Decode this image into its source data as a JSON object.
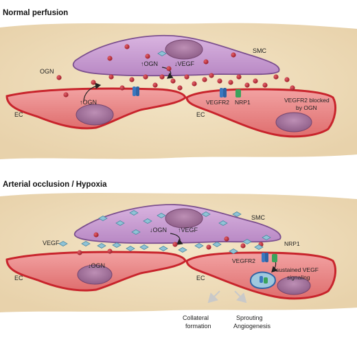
{
  "panel_top": {
    "title": "Normal perfusion",
    "labels": {
      "smc": "SMC",
      "ogn_free": "OGN",
      "ec_left": "EC",
      "ec_right": "EC",
      "smc_arrows_up": "↑OGN",
      "smc_arrows_down": "↓VEGF",
      "ec_up": "↑OGN",
      "vegfr2": "VEGFR2",
      "nrp1": "NRP1",
      "blocked_line1": "VEGFR2 blocked",
      "blocked_line2": "by OGN"
    }
  },
  "panel_bottom": {
    "title": "Arterial occlusion / Hypoxia",
    "labels": {
      "smc": "SMC",
      "vegf_free": "VEGF",
      "ec_left": "EC",
      "ec_right": "EC",
      "smc_down": "↓OGN",
      "smc_up": "↑VEGF",
      "ec_down": "↓OGN",
      "vegfr2": "VEGFR2",
      "nrp1": "NRP1",
      "sustained_line1": "sustained VEGF",
      "sustained_line2": "signaling",
      "collateral_line1": "Collateral",
      "collateral_line2": "formation",
      "sprouting_line1": "Sprouting",
      "sprouting_line2": "Angiogenesis"
    }
  },
  "colors": {
    "tissue": "#efdcbb",
    "ec_fill": "#e98585",
    "ec_stroke": "#c8242c",
    "smc_fill": "#c89ad2",
    "smc_stroke": "#7b4f8e",
    "nucleus": "#a0709b",
    "ogn_dot": "#b22230",
    "vegf_diamond": "#8fc3d6",
    "vegfr2": "#3a78c0",
    "nrp1": "#3aa35c"
  },
  "icons": [
    "ogn-dot",
    "vegf-diamond",
    "vegfr2-receptor",
    "nrp1-receptor",
    "curved-arrow-icon",
    "arrow-icon"
  ]
}
